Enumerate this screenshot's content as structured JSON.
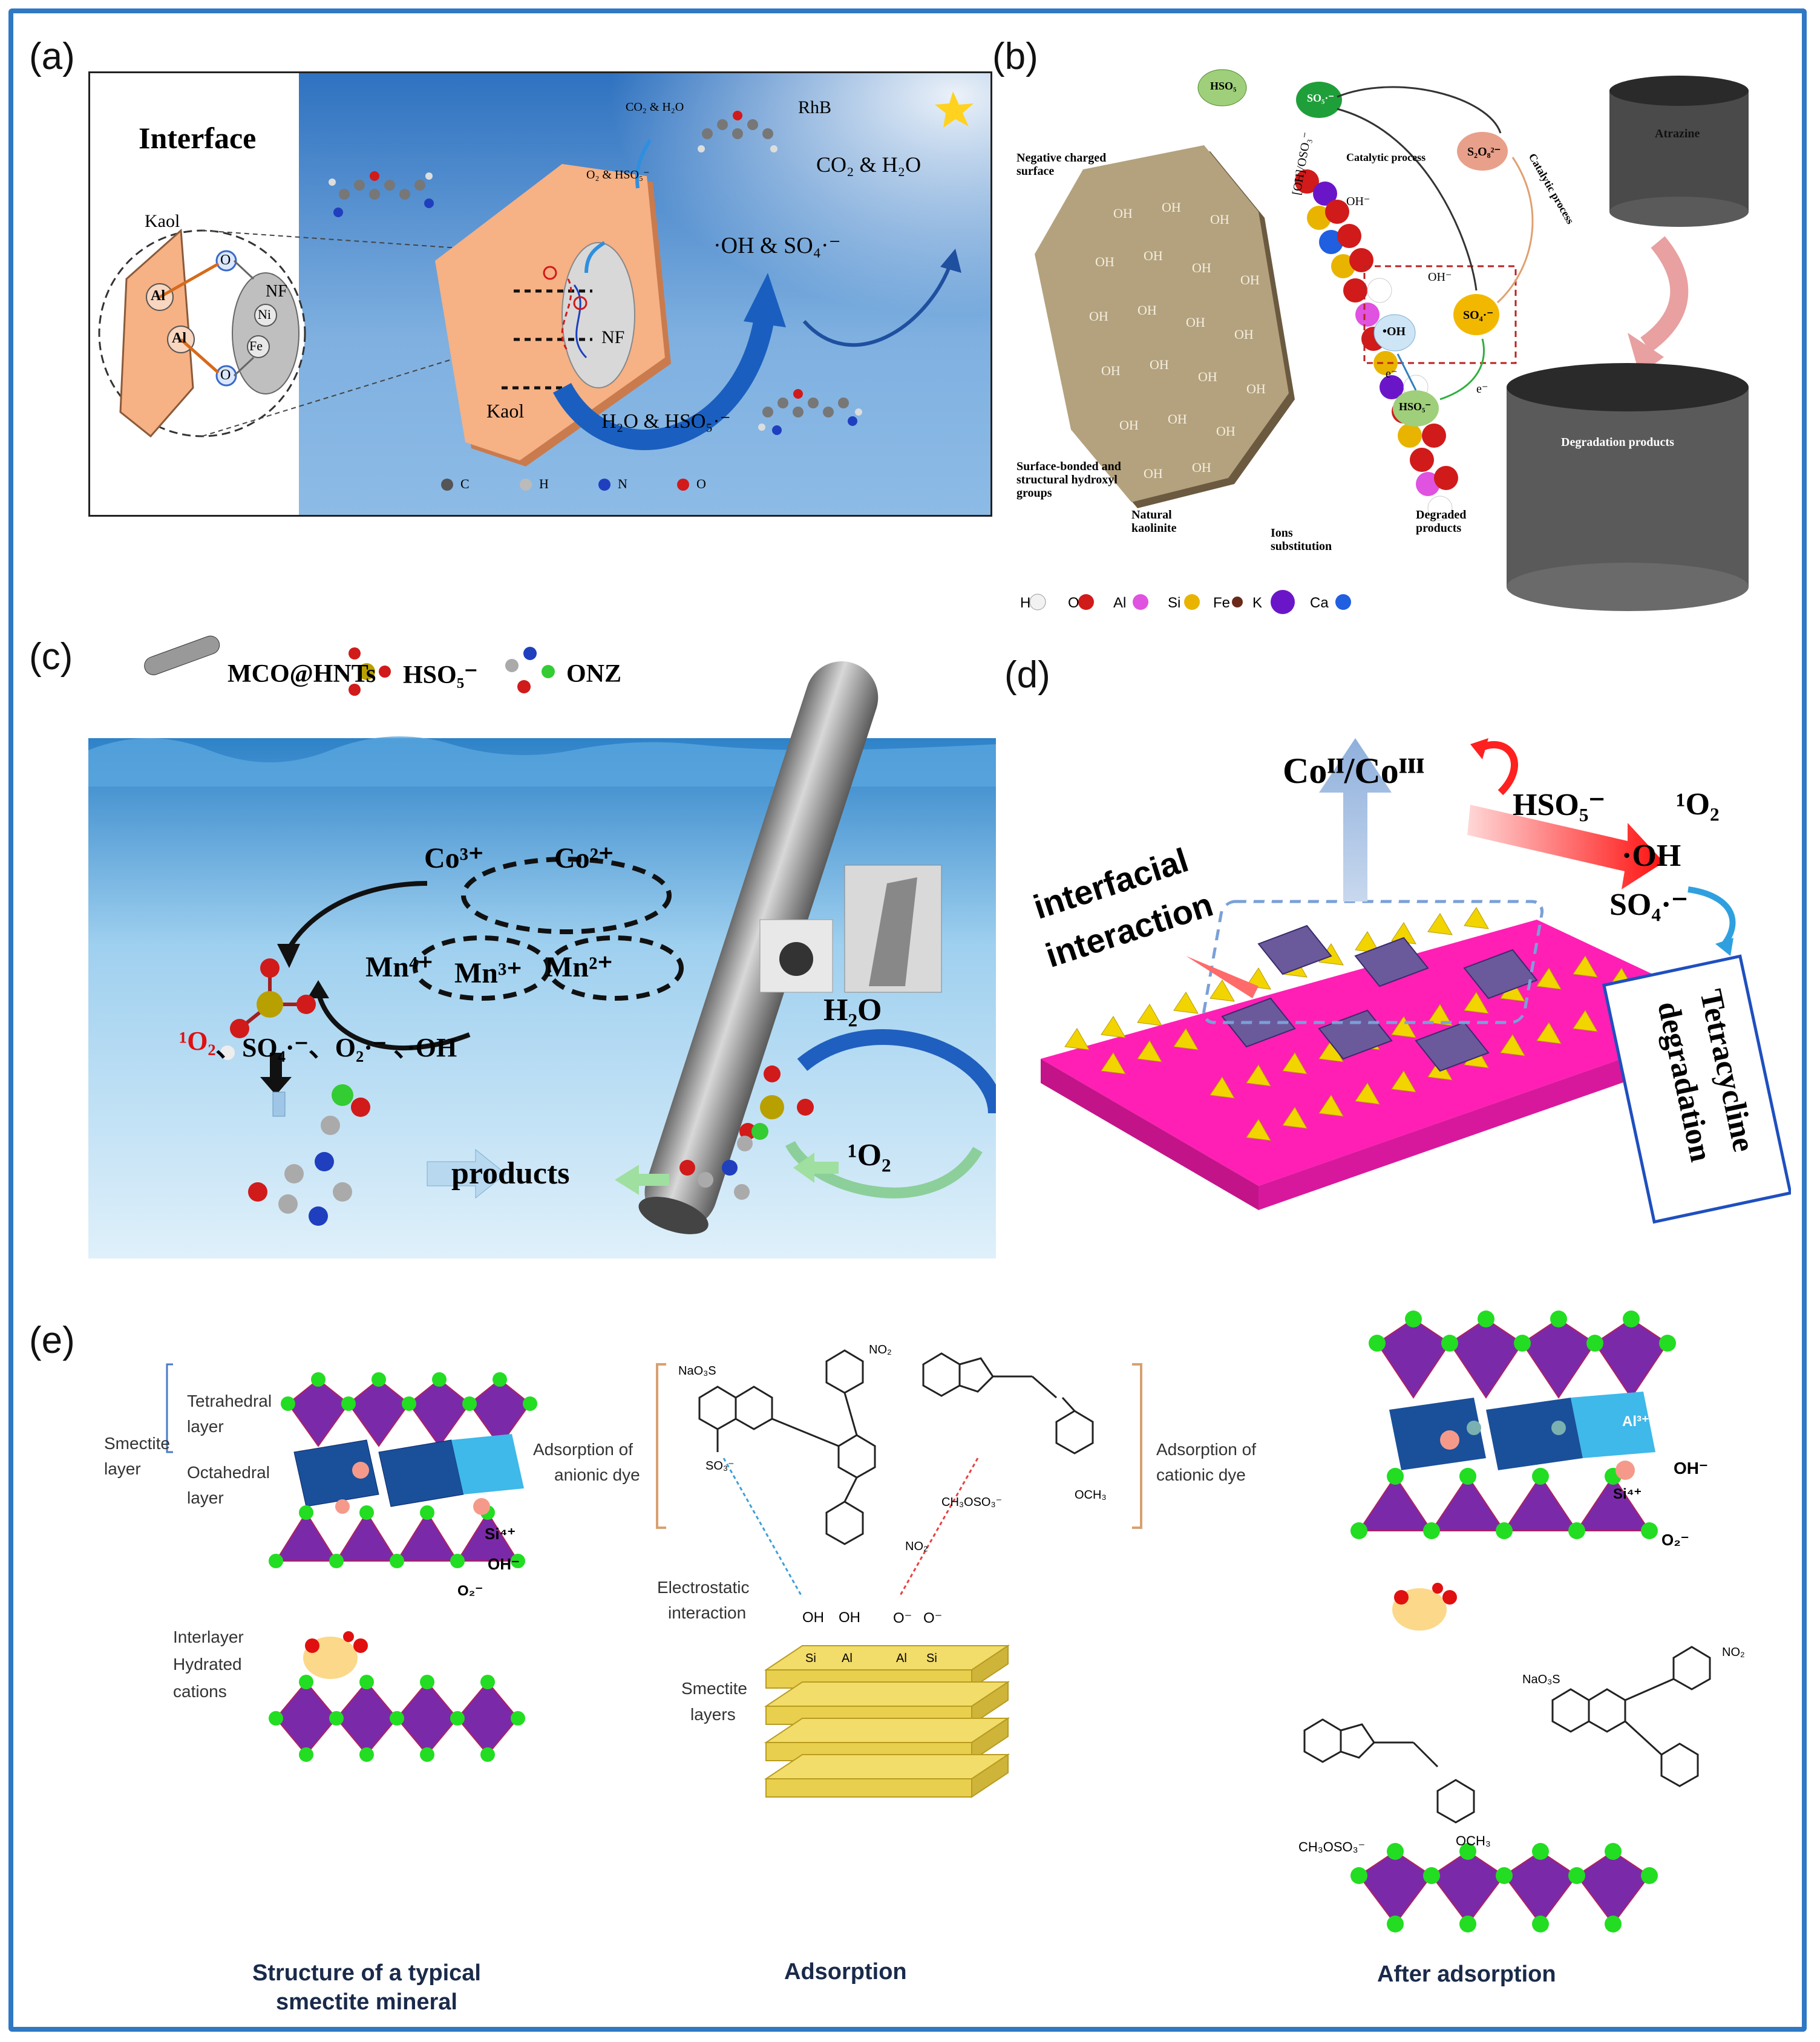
{
  "panels": {
    "a": {
      "label": "(a)",
      "interface_title": "Interface",
      "kaol": "Kaol",
      "al": "Al",
      "o": "O",
      "nf": "NF",
      "ni": "Ni",
      "fe": "Fe",
      "co2_h2o_small": "CO₂ & H₂O",
      "o2_hso5": "O₂ & HSO₅⁻",
      "rhb": "RhB",
      "co2_h2o": "CO₂ & H₂O",
      "radicals": "·OH & SO₄·⁻",
      "nf_inner": "NF",
      "kaol_inner": "Kaol",
      "h2o_hso5": "H₂O & HSO₅·⁻",
      "legend": [
        {
          "symbol": "C",
          "color": "#555555"
        },
        {
          "symbol": "H",
          "color": "#bbbbbb"
        },
        {
          "symbol": "N",
          "color": "#1f3fbf"
        },
        {
          "symbol": "O",
          "color": "#d11a1a"
        }
      ]
    },
    "b": {
      "label": "(b)",
      "negative_surface": "Negative charged surface",
      "hso5_top": "HSO₅",
      "so5": "SO₅·⁻",
      "s2o8": "S₂O₈²⁻",
      "catalytic_process_1": "Catalytic process",
      "catalytic_process_2": "Catalytic process",
      "oh_oso3": "[OH]/OSO₃⁻",
      "oh_minus_1": "OH⁻",
      "oh_minus_2": "OH⁻",
      "oh_radical": "•OH",
      "so4_radical": "SO₄·⁻",
      "e_minus_1": "e⁻",
      "e_minus_2": "e⁻",
      "hso5_bottom": "HSO₅⁻",
      "atrazine": "Atrazine",
      "degradation_products": "Degradation products",
      "degraded_products": "Degraded products",
      "surface_bonded": "Surface-bonded and structural hydroxyl groups",
      "natural_kaolinite": "Natural kaolinite",
      "ions_substitution": "Ions substitution",
      "oh_text": "OH",
      "legend": [
        {
          "symbol": "H",
          "color": "#f2f2f2"
        },
        {
          "symbol": "O",
          "color": "#d11a1a"
        },
        {
          "symbol": "Al",
          "color": "#e052e0"
        },
        {
          "symbol": "Si",
          "color": "#e8b400"
        },
        {
          "symbol": "Fe",
          "color": "#6a2a1a"
        },
        {
          "symbol": "K",
          "color": "#6a16c8"
        },
        {
          "symbol": "Ca",
          "color": "#1f5fe0"
        }
      ]
    },
    "c": {
      "label": "(c)",
      "mco_hnts": "MCO@HNTs",
      "hso5": "HSO₅⁻",
      "onz": "ONZ",
      "co3": "Co³⁺",
      "co2": "Co²⁺",
      "mn4": "Mn⁴⁺",
      "mn3": "Mn³⁺",
      "mn2": "Mn²⁺",
      "species_1o2": "¹O₂",
      "species_rest": "、SO₄·⁻、O₂·⁻ 、·OH",
      "h2o": "H₂O",
      "singlet": "¹O₂",
      "products": "products"
    },
    "d": {
      "label": "(d)",
      "co_couple": "Coᴵᴵ/Coᴵᴵᴵ",
      "hso5": "HSO₅⁻",
      "o2_singlet": "¹O₂",
      "oh": "·OH",
      "so4": "SO₄·⁻",
      "interfacial_1": "interfacial",
      "interfacial_2": "interaction",
      "tetracycline": "Tetracycline",
      "degradation": "degradation"
    },
    "e": {
      "label": "(e)",
      "tetrahedral": "Tetrahedral",
      "layer_1": "layer",
      "octahedral": "Octahedral",
      "layer_2": "layer",
      "smectite": "Smectite",
      "layer_3": "layer",
      "interlayer": "Interlayer",
      "hydrated": "Hydrated",
      "cations": "cations",
      "adsorption_anionic_1": "Adsorption of",
      "adsorption_anionic_2": "anionic dye",
      "adsorption_cationic_1": "Adsorption of",
      "adsorption_cationic_2": "cationic dye",
      "electrostatic_1": "Electrostatic",
      "electrostatic_2": "interaction",
      "smectite_layers_1": "Smectite",
      "smectite_layers_2": "layers",
      "surface_groups": [
        "OH",
        "OH",
        "O⁻",
        "O⁻"
      ],
      "surface_atoms": [
        "Si",
        "Al",
        "Al",
        "Si"
      ],
      "oh_minus": "OH⁻",
      "o2_minus": "O₂⁻",
      "si4": "Si⁴⁺",
      "al3": "Al³⁺",
      "nao3s": "NaO₃S",
      "no2": "NO₂",
      "ch3oso3": "CH₃OSO₃⁻",
      "och3": "OCH₃",
      "so3": "SO₃⁻",
      "caption_structure_1": "Structure of a typical",
      "caption_structure_2": "smectite mineral",
      "caption_adsorption": "Adsorption",
      "caption_after": "After adsorption"
    }
  },
  "colors": {
    "frame": "#2f78c4",
    "kaol": "#f6b184",
    "water": "#4b8fcf",
    "magenta": "#ff1fb4",
    "yellow": "#f2d400",
    "purple": "#7a2aa8",
    "green_ball": "#22dd22",
    "smectite_sheet": "#e8cf4e"
  }
}
